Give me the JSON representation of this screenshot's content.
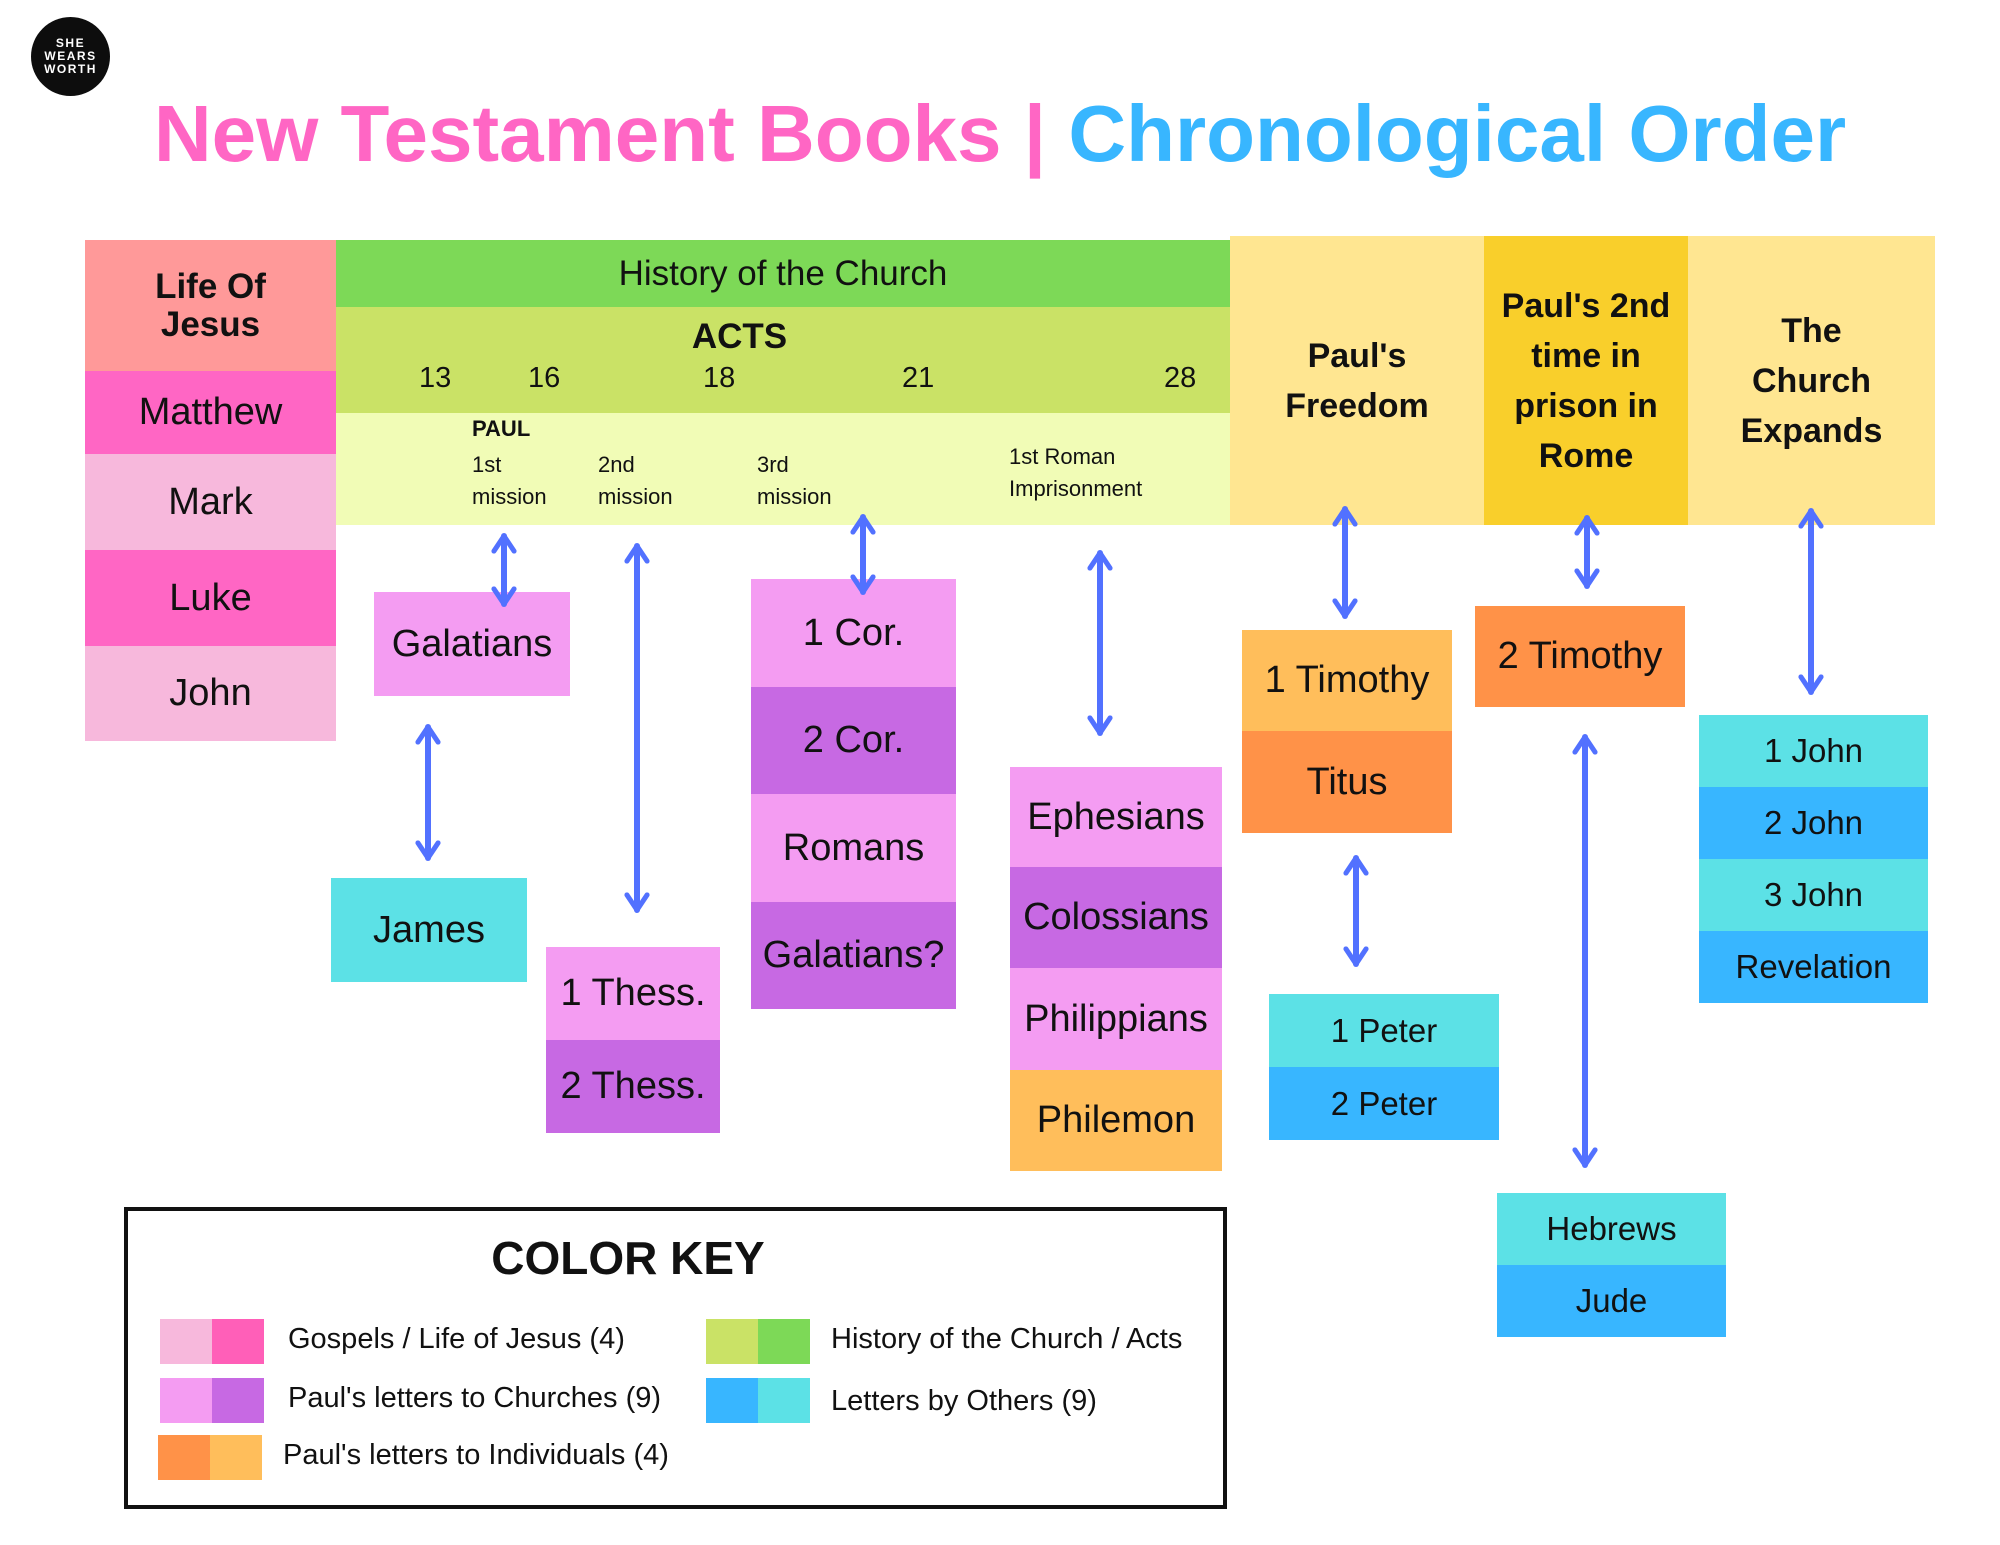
{
  "logo": {
    "line1": "SHE",
    "line2": "WEARS",
    "line3": "WORTH"
  },
  "title": {
    "part1": "New Testament Books",
    "separator": "|",
    "part2": "Chronological Order"
  },
  "colors": {
    "gospel_light": "#f7b8dc",
    "gospel_dark": "#ff5fb8",
    "church_light": "#f49cf2",
    "church_dark": "#c769e3",
    "individual_light": "#ffbe5b",
    "individual_dark": "#ff9248",
    "acts_light": "#cae266",
    "acts_dark": "#7dd957",
    "others_light": "#5ce1e6",
    "others_dark": "#38b6ff",
    "arrow": "#5271ff"
  },
  "gospels": {
    "header": "Life Of Jesus",
    "books": [
      "Matthew",
      "Mark",
      "Luke",
      "John"
    ]
  },
  "acts": {
    "header": "History of the Church",
    "label": "ACTS",
    "chapters": [
      "13",
      "16",
      "18",
      "21",
      "28"
    ],
    "paul_label": "PAUL",
    "missions": [
      {
        "line1": "1st",
        "line2": "mission"
      },
      {
        "line1": "2nd",
        "line2": "mission"
      },
      {
        "line1": "3rd",
        "line2": "mission"
      },
      {
        "line1": "1st Roman",
        "line2": "Imprisonment"
      }
    ]
  },
  "periods": {
    "freedom": "Paul's Freedom",
    "second_prison": "Paul's 2nd time in prison in Rome",
    "expands": "The Church Expands"
  },
  "books": {
    "galatians": "Galatians",
    "james": "James",
    "thess1": "1 Thess.",
    "thess2": "2 Thess.",
    "cor1": "1 Cor.",
    "cor2": "2 Cor.",
    "romans": "Romans",
    "galatians_q": "Galatians?",
    "ephesians": "Ephesians",
    "colossians": "Colossians",
    "philippians": "Philippians",
    "philemon": "Philemon",
    "timothy1": "1 Timothy",
    "titus": "Titus",
    "peter1": "1 Peter",
    "peter2": "2 Peter",
    "timothy2": "2 Timothy",
    "hebrews": "Hebrews",
    "jude": "Jude",
    "john1": "1 John",
    "john2": "2 John",
    "john3": "3 John",
    "revelation": "Revelation"
  },
  "color_key": {
    "title": "COLOR KEY",
    "items": [
      "Gospels / Life of Jesus (4)",
      "Paul's letters to Churches (9)",
      "Paul's letters to Individuals (4)",
      "History of the Church / Acts",
      "Letters by Others (9)"
    ]
  }
}
